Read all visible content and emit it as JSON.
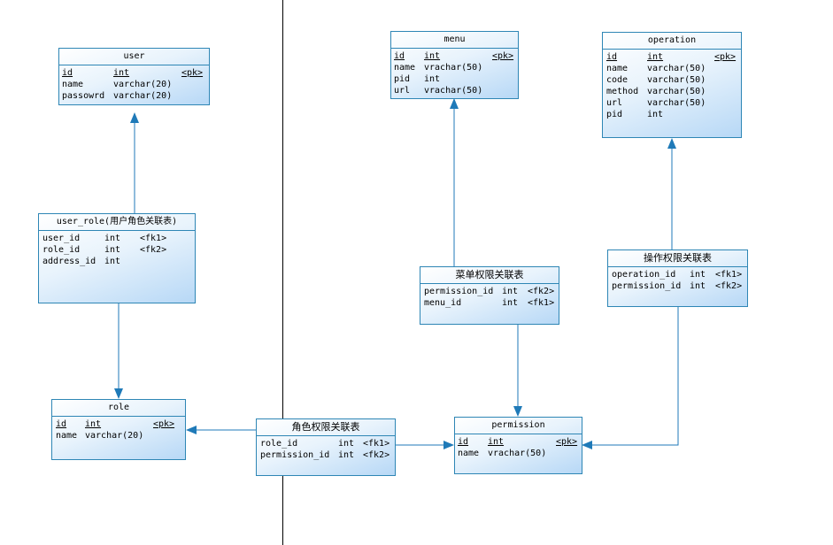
{
  "entities": {
    "user": {
      "title": "user",
      "rows": [
        {
          "name": "id",
          "type": "int",
          "key": "<pk>",
          "pk": true
        },
        {
          "name": "name",
          "type": "varchar(20)",
          "key": ""
        },
        {
          "name": "passowrd",
          "type": "varchar(20)",
          "key": ""
        }
      ]
    },
    "user_role": {
      "title": "user_role(用户角色关联表)",
      "rows": [
        {
          "name": "user_id",
          "type": "int",
          "key": "<fk1>"
        },
        {
          "name": "role_id",
          "type": "int",
          "key": "<fk2>"
        },
        {
          "name": "address_id",
          "type": "int",
          "key": ""
        }
      ]
    },
    "role": {
      "title": "role",
      "rows": [
        {
          "name": "id",
          "type": "int",
          "key": "<pk>",
          "pk": true
        },
        {
          "name": "name",
          "type": "varchar(20)",
          "key": ""
        }
      ]
    },
    "role_perm": {
      "title": "角色权限关联表",
      "rows": [
        {
          "name": "role_id",
          "type": "int",
          "key": "<fk1>"
        },
        {
          "name": "permission_id",
          "type": "int",
          "key": "<fk2>"
        }
      ]
    },
    "menu": {
      "title": "menu",
      "rows": [
        {
          "name": "id",
          "type": "int",
          "key": "<pk>",
          "pk": true
        },
        {
          "name": "name",
          "type": "vrachar(50)",
          "key": ""
        },
        {
          "name": "pid",
          "type": "int",
          "key": ""
        },
        {
          "name": "url",
          "type": "vrachar(50)",
          "key": ""
        }
      ]
    },
    "menu_perm": {
      "title": "菜单权限关联表",
      "rows": [
        {
          "name": "permission_id",
          "type": "int",
          "key": "<fk2>"
        },
        {
          "name": "menu_id",
          "type": "int",
          "key": "<fk1>"
        }
      ]
    },
    "permission": {
      "title": "permission",
      "rows": [
        {
          "name": "id",
          "type": "int",
          "key": "<pk>",
          "pk": true
        },
        {
          "name": "name",
          "type": "vrachar(50)",
          "key": ""
        }
      ]
    },
    "operation": {
      "title": "operation",
      "rows": [
        {
          "name": "id",
          "type": "int",
          "key": "<pk>",
          "pk": true
        },
        {
          "name": "name",
          "type": "varchar(50)",
          "key": ""
        },
        {
          "name": "code",
          "type": "varchar(50)",
          "key": ""
        },
        {
          "name": "method",
          "type": "varchar(50)",
          "key": ""
        },
        {
          "name": "url",
          "type": "varchar(50)",
          "key": ""
        },
        {
          "name": "pid",
          "type": "int",
          "key": ""
        }
      ]
    },
    "op_perm": {
      "title": "操作权限关联表",
      "rows": [
        {
          "name": "operation_id",
          "type": "int",
          "key": "<fk1>"
        },
        {
          "name": "permission_id",
          "type": "int",
          "key": "<fk2>"
        }
      ]
    }
  },
  "colors": {
    "border": "#2e86b5",
    "connector": "#1f7ab8",
    "fill_end": "#b7d8f6"
  }
}
